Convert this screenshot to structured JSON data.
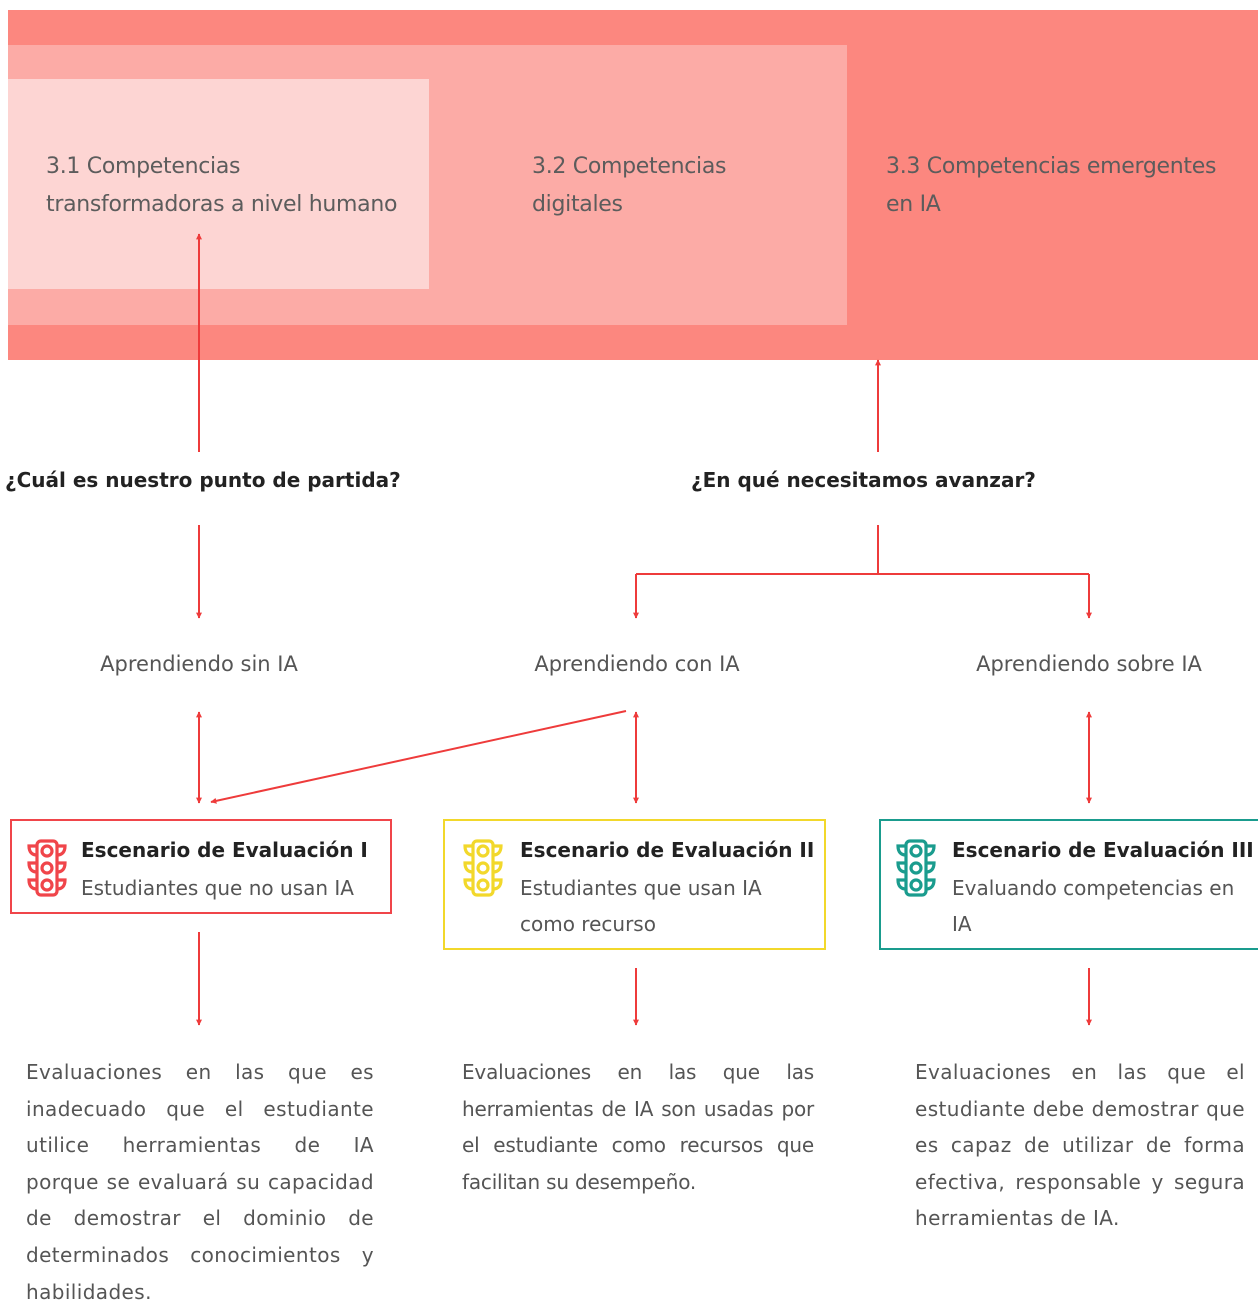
{
  "competencies": {
    "c31": {
      "line1": "3.1 Competencias",
      "line2": "transformadoras a nivel humano"
    },
    "c32": {
      "line1": "3.2 Competencias",
      "line2": "digitales"
    },
    "c33": {
      "line1": "3.3 Competencias emergentes",
      "line2": "en IA"
    }
  },
  "questions": {
    "start": "¿Cuál es nuestro punto de partida?",
    "advance": "¿En qué necesitamos avanzar?"
  },
  "learning": {
    "without": "Aprendiendo sin IA",
    "with": "Aprendiendo con IA",
    "about": "Aprendiendo sobre IA"
  },
  "scenarios": [
    {
      "title": "Escenario de Evaluación I",
      "sub": "Estudiantes que no usan IA",
      "color": "#f0454a"
    },
    {
      "title": "Escenario de Evaluación II",
      "sub": "Estudiantes que usan IA como recurso",
      "color": "#f2d82b"
    },
    {
      "title": "Escenario de Evaluación III",
      "sub": "Evaluando competencias en IA",
      "color": "#1a9c8e"
    }
  ],
  "descriptions": [
    "Evaluaciones en las que es inadecuado que el estudiante utilice herramientas de IA porque se evaluará su capacidad de demostrar el dominio de determinados conocimientos y habilidades.",
    "Evaluaciones en las que las herramientas de IA son usadas por el estudiante como recursos que facilitan su desempeño.",
    "Evaluaciones en las que el estudiante debe demostrar que es capaz de utilizar de forma efectiva, responsable y segura herramientas de IA."
  ],
  "colors": {
    "band_outer": "#fc877f",
    "band_mid": "#fcaba6",
    "band_inner": "#fdd5d3",
    "arrow": "#ee3b3b"
  },
  "icons": [
    "traffic-light-icon"
  ]
}
